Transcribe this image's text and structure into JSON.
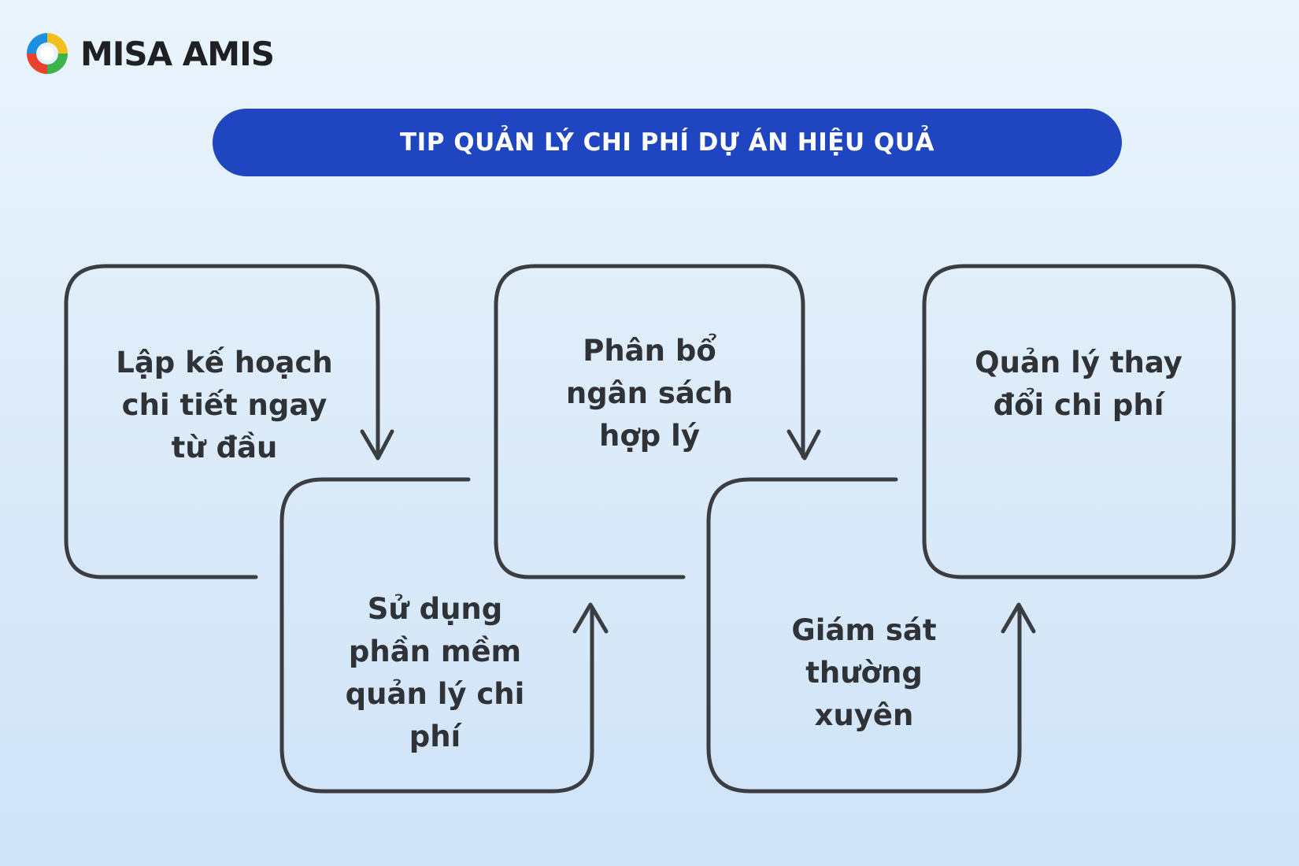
{
  "brand": {
    "name": "MISA AMIS",
    "icon": "misa-amis-logo-icon"
  },
  "banner": {
    "title": "TIP QUẢN LÝ CHI PHÍ DỰ ÁN HIỆU QUẢ",
    "color": "#1f45c0"
  },
  "steps": [
    {
      "label": "Lập kế hoạch chi tiết ngay từ đầu"
    },
    {
      "label": "Sử dụng phần mềm quản lý chi phí"
    },
    {
      "label": "Phân bổ ngân sách hợp lý"
    },
    {
      "label": "Giám sát thường xuyên"
    },
    {
      "label": "Quản lý thay đổi chi phí"
    }
  ],
  "colors": {
    "stroke": "#3a3d42",
    "background": "#dbeaf9"
  }
}
